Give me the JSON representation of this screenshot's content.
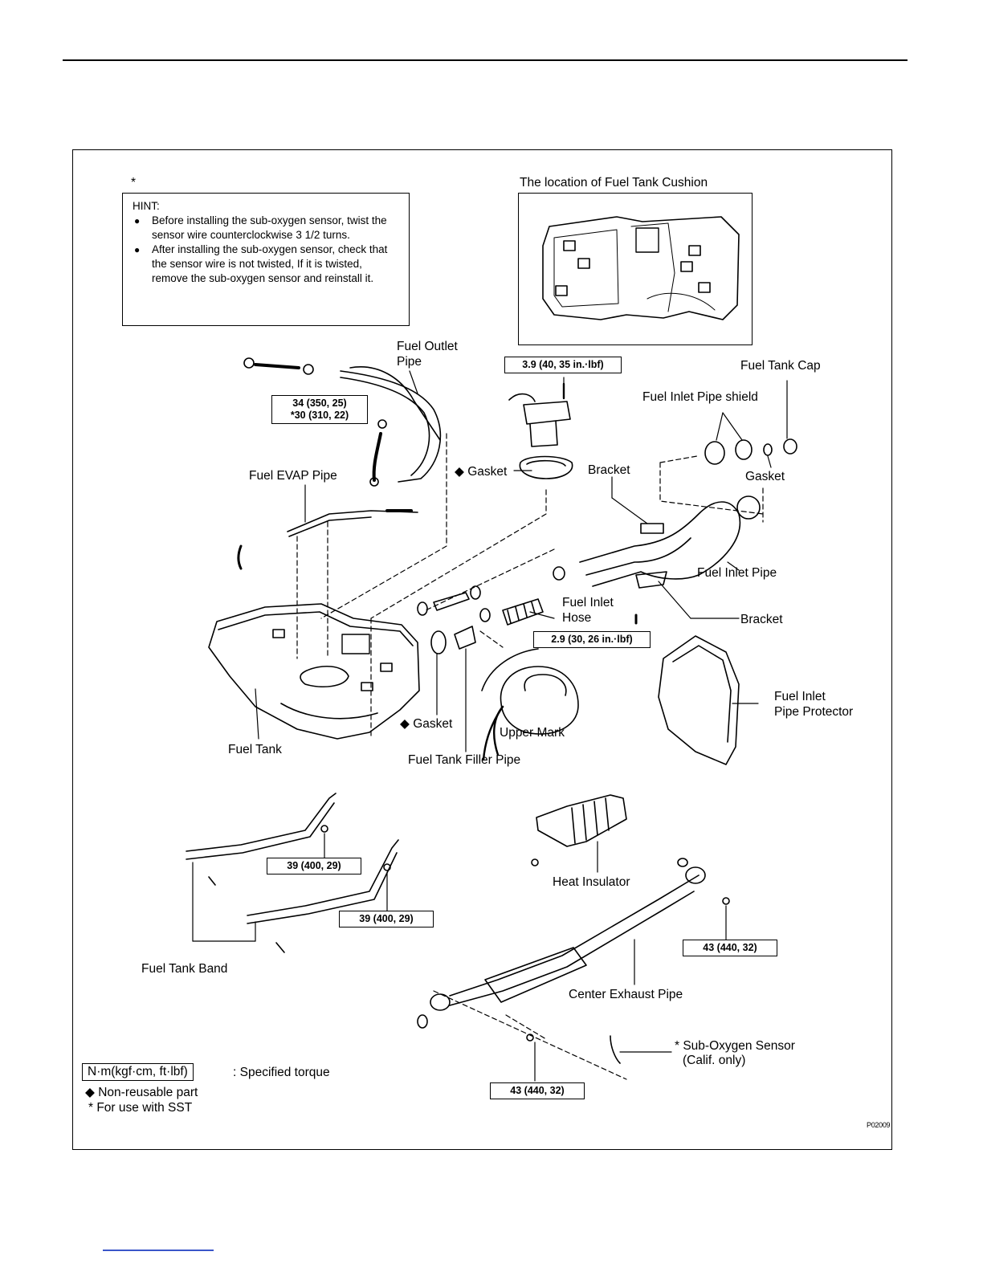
{
  "asterisk_note": "*",
  "hint": {
    "title": "HINT:",
    "items": [
      "Before installing the sub-oxygen sensor, twist the sensor wire counterclockwise 3 1/2 turns.",
      "After installing the sub-oxygen sensor, check that the sensor wire is not twisted, If it is twisted, remove the sub-oxygen sensor and reinstall it."
    ]
  },
  "cushion_title": "The location of Fuel Tank Cushion",
  "labels": {
    "fuel_outlet_pipe": [
      "Fuel Outlet",
      "Pipe"
    ],
    "fuel_tank_cap": "Fuel Tank Cap",
    "fuel_inlet_pipe_shield": "Fuel Inlet Pipe shield",
    "gasket_cap": "Gasket",
    "gasket_pump": "◆ Gasket",
    "bracket_upper": "Bracket",
    "fuel_evap_pipe": "Fuel EVAP Pipe",
    "fuel_inlet_pipe": "Fuel Inlet Pipe",
    "fuel_inlet_hose": [
      "Fuel Inlet",
      "Hose"
    ],
    "bracket_lower": "Bracket",
    "fuel_inlet_pipe_protector": [
      "Fuel Inlet",
      "Pipe Protector"
    ],
    "gasket_filler": "◆ Gasket",
    "upper_mark": "Upper Mark",
    "fuel_tank": "Fuel Tank",
    "fuel_tank_filler_pipe": "Fuel Tank Filler Pipe",
    "heat_insulator": "Heat Insulator",
    "fuel_tank_band": "Fuel Tank Band",
    "center_exhaust_pipe": "Center Exhaust Pipe",
    "sub_oxygen_sensor": [
      "* Sub-Oxygen Sensor",
      "(Calif. only)"
    ]
  },
  "torques": {
    "outlet": [
      "34 (350, 25)",
      "*30 (310, 22)"
    ],
    "pump": "3.9 (40, 35 in.·lbf)",
    "filler": "2.9 (30, 26 in.·lbf)",
    "band_left": "39 (400, 29)",
    "band_right": "39 (400, 29)",
    "exhaust_front": "43 (440, 32)",
    "exhaust_rear": "43 (440, 32)"
  },
  "legend": {
    "unit_box": "N·m(kgf·cm, ft·lbf)",
    "unit_desc": ":  Specified torque",
    "non_reusable": "◆  Non-reusable part",
    "sst": "*  For use with SST"
  },
  "figure_id": "P02009"
}
